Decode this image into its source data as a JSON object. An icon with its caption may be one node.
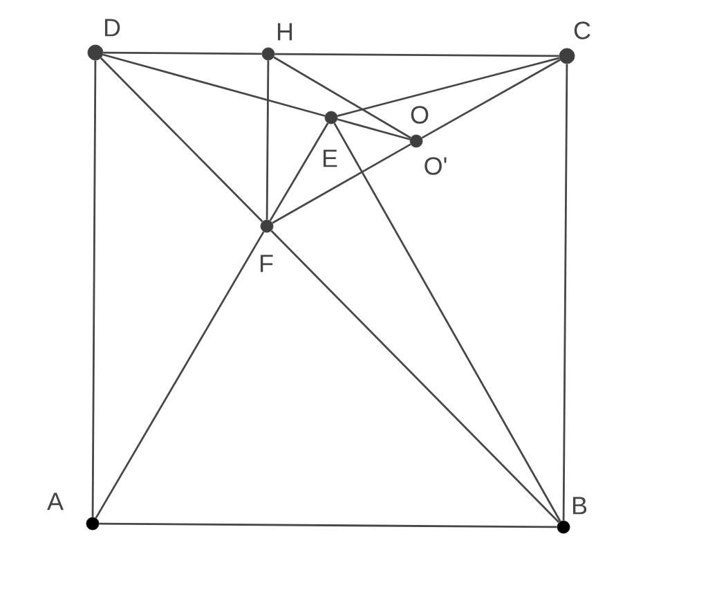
{
  "diagram": {
    "nodes": [
      {
        "text": [],
        "shape": "circle",
        "beside": [
          "D"
        ]
      },
      {
        "text": [],
        "shape": "circle",
        "beside": [
          "H"
        ]
      },
      {
        "text": [],
        "shape": "circle",
        "beside": [
          "C"
        ]
      },
      {
        "text": [],
        "shape": "circle",
        "beside": [
          "E"
        ]
      },
      {
        "text": [],
        "shape": "circle",
        "beside": [
          "O",
          "O'"
        ]
      },
      {
        "text": [],
        "shape": "circle",
        "beside": [
          "F"
        ]
      },
      {
        "text": [],
        "shape": "circle",
        "beside": [
          "A"
        ]
      },
      {
        "text": [],
        "shape": "circle",
        "beside": [
          "B"
        ]
      }
    ],
    "edges": [
      {
        "from": 0,
        "to": 1,
        "arrow": "none"
      },
      {
        "from": 1,
        "to": 2,
        "arrow": "none"
      },
      {
        "from": 0,
        "to": 6,
        "arrow": "none"
      },
      {
        "from": 6,
        "to": 7,
        "arrow": "none"
      },
      {
        "from": 7,
        "to": 2,
        "arrow": "none"
      },
      {
        "from": 0,
        "to": 3,
        "arrow": "none"
      },
      {
        "from": 3,
        "to": 4,
        "arrow": "none"
      },
      {
        "from": 1,
        "to": 4,
        "arrow": "none"
      },
      {
        "from": 3,
        "to": 2,
        "arrow": "none"
      },
      {
        "from": 4,
        "to": 2,
        "arrow": "none"
      },
      {
        "from": 1,
        "to": 5,
        "arrow": "none"
      },
      {
        "from": 3,
        "to": 5,
        "arrow": "none"
      },
      {
        "from": 5,
        "to": 4,
        "arrow": "none"
      },
      {
        "from": 0,
        "to": 5,
        "arrow": "none"
      },
      {
        "from": 5,
        "to": 7,
        "arrow": "none"
      },
      {
        "from": 6,
        "to": 5,
        "arrow": "none"
      },
      {
        "from": 3,
        "to": 7,
        "arrow": "none"
      }
    ]
  }
}
